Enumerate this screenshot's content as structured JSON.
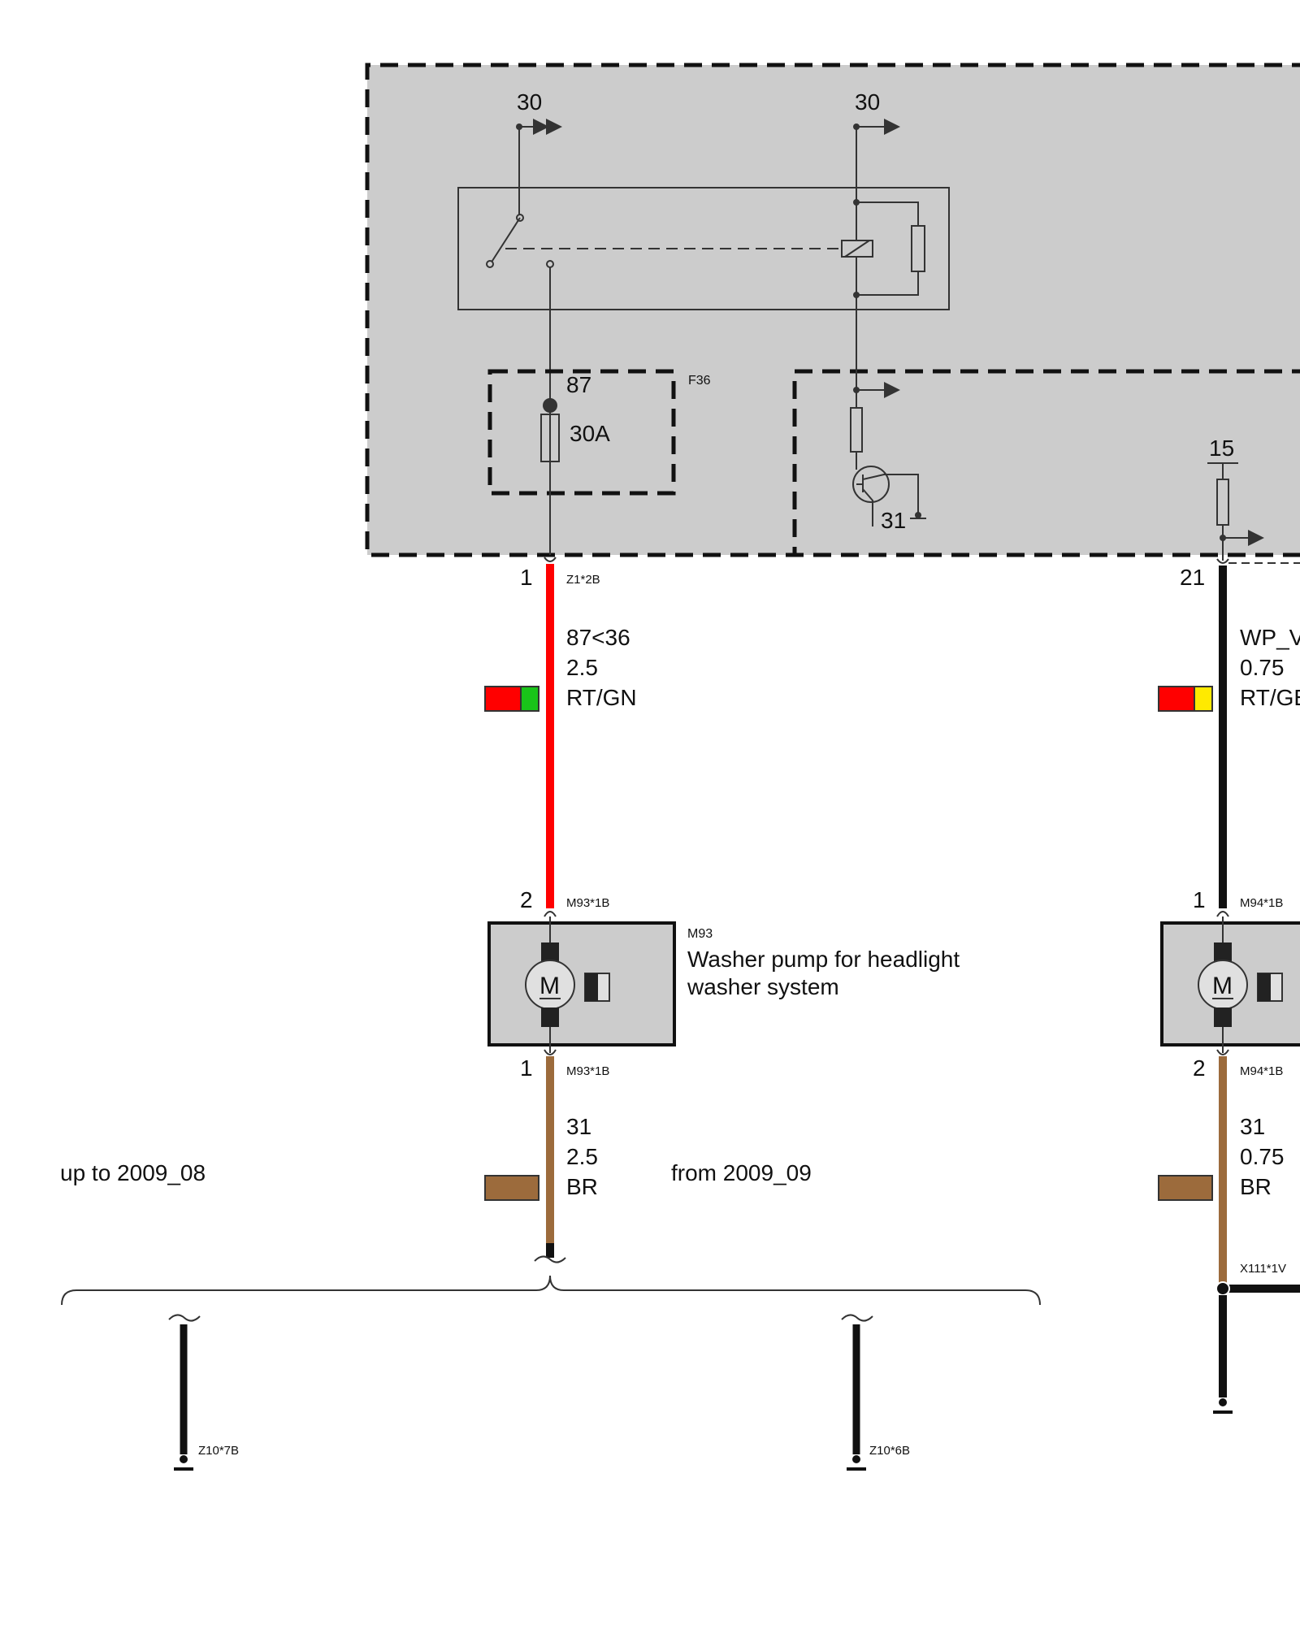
{
  "colors": {
    "module_fill": "#cccccc",
    "wire_red": "#ff0000",
    "wire_green": "#19c419",
    "wire_yellow": "#ffea00",
    "wire_brown": "#9c6b3c",
    "wire_black": "#111111"
  },
  "control_module": {
    "terminal_30_left": "30",
    "terminal_30_right": "30",
    "fuse_name": "F36",
    "fuse_terminal": "87",
    "fuse_rating": "30A",
    "transistor_ground": "31",
    "supply_terminal": "15"
  },
  "left_circuit": {
    "pin_top": "1",
    "connector_top": "Z1*2B",
    "wire_signal": "87<36",
    "wire_size": "2.5",
    "wire_color": "RT/GN",
    "pump_pin_top": "2",
    "pump_connector_top": "M93*1B",
    "component_id": "M93",
    "component_name_line1": "Washer pump for headlight",
    "component_name_line2": "washer system",
    "pump_pin_bottom": "1",
    "pump_connector_bottom": "M93*1B",
    "ground_signal": "31",
    "ground_size": "2.5",
    "ground_color": "BR",
    "variant_left": "up to 2009_08",
    "variant_right": "from 2009_09",
    "ground_point_left": "Z10*7B",
    "ground_point_right": "Z10*6B"
  },
  "right_circuit": {
    "pin_top": "21",
    "wire_signal": "WP_V",
    "wire_size": "0.75",
    "wire_color": "RT/GE",
    "pump_pin_top": "1",
    "pump_connector_top": "M94*1B",
    "pump_pin_bottom": "2",
    "pump_connector_bottom": "M94*1B",
    "ground_signal": "31",
    "ground_size": "0.75",
    "ground_color": "BR",
    "splice": "X111*1V"
  }
}
